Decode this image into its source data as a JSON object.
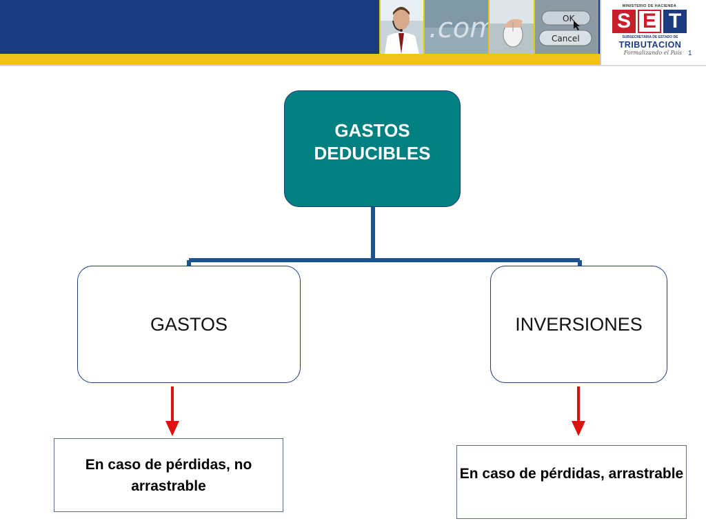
{
  "header": {
    "logo": {
      "ministry": "MINISTERIO DE HACIENDA",
      "letters": [
        "S",
        "E",
        "T"
      ],
      "subtitle": "SUBSECRETARIA DE ESTADO DE",
      "name": "TRIBUTACION",
      "slogan": "Formalizando el País"
    },
    "photos": {
      "com_text": ".com",
      "ok_label": "OK",
      "cancel_label": "Cancel"
    },
    "slide_number": "1"
  },
  "diagram": {
    "root": "GASTOS DEDUCIBLES",
    "children": [
      {
        "label": "GASTOS",
        "note": "En caso de pérdidas, no arrastrable"
      },
      {
        "label": "INVERSIONES",
        "note": "En caso de pérdidas, arrastrable"
      }
    ],
    "colors": {
      "root_fill": "#008080",
      "connector": "#1b5493",
      "arrow": "#e01010",
      "header": "#1b3a80",
      "stripe": "#f2c21b"
    }
  }
}
